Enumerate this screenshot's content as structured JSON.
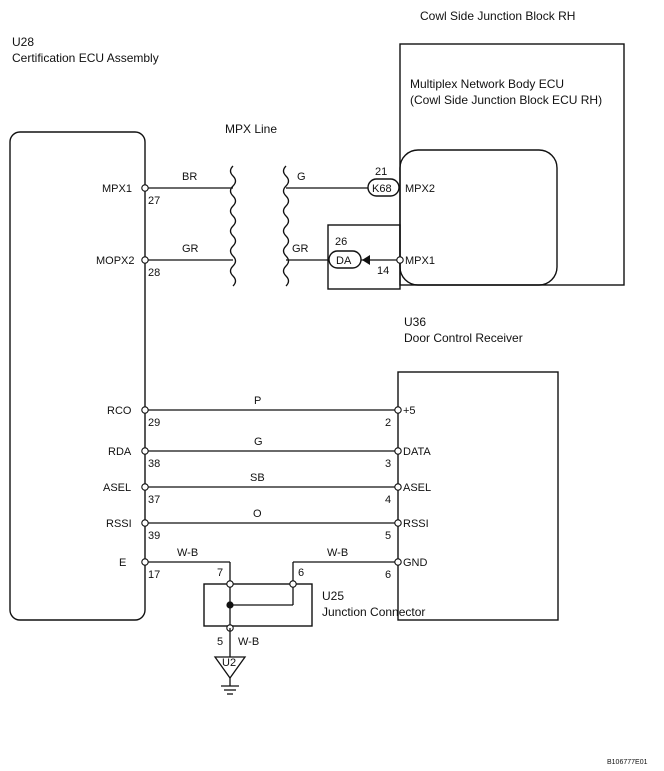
{
  "cowl_block": {
    "title": "Cowl Side Junction Block RH"
  },
  "certification_ecu": {
    "id": "U28",
    "name": "Certification ECU Assembly"
  },
  "mpx_line": {
    "label": "MPX Line"
  },
  "body_ecu": {
    "name_line1": "Multiplex Network Body ECU",
    "name_line2": "(Cowl Side Junction Block ECU RH)"
  },
  "door_receiver": {
    "id": "U36",
    "name": "Door Control Receiver"
  },
  "junction_connector": {
    "id": "U25",
    "name": "Junction Connector",
    "pin_a": "7",
    "pin_b": "6",
    "pin_c": "5"
  },
  "ground": {
    "id": "U2"
  },
  "mpx_wires": {
    "top": {
      "left_terminal": "MPX1",
      "left_pin": "27",
      "left_color": "BR",
      "right_color": "G",
      "right_pin": "21",
      "connector": "K68",
      "right_terminal": "MPX2"
    },
    "bottom": {
      "left_terminal": "MOPX2",
      "left_pin": "28",
      "left_color": "GR",
      "right_color": "GR",
      "outer_pin": "26",
      "connector": "DA",
      "right_pin": "14",
      "right_terminal": "MPX1"
    }
  },
  "receiver_wires": [
    {
      "left_terminal": "RCO",
      "left_pin": "29",
      "color": "P",
      "right_pin": "2",
      "right_terminal": "+5"
    },
    {
      "left_terminal": "RDA",
      "left_pin": "38",
      "color": "G",
      "right_pin": "3",
      "right_terminal": "DATA"
    },
    {
      "left_terminal": "ASEL",
      "left_pin": "37",
      "color": "SB",
      "right_pin": "4",
      "right_terminal": "ASEL"
    },
    {
      "left_terminal": "RSSI",
      "left_pin": "39",
      "color": "O",
      "right_pin": "5",
      "right_terminal": "RSSI"
    }
  ],
  "ground_wires": {
    "left_terminal": "E",
    "left_pin": "17",
    "left_color": "W-B",
    "right_terminal": "GND",
    "right_pin": "6",
    "right_color": "W-B",
    "down_color": "W-B"
  },
  "figure_code": "B106777E01"
}
